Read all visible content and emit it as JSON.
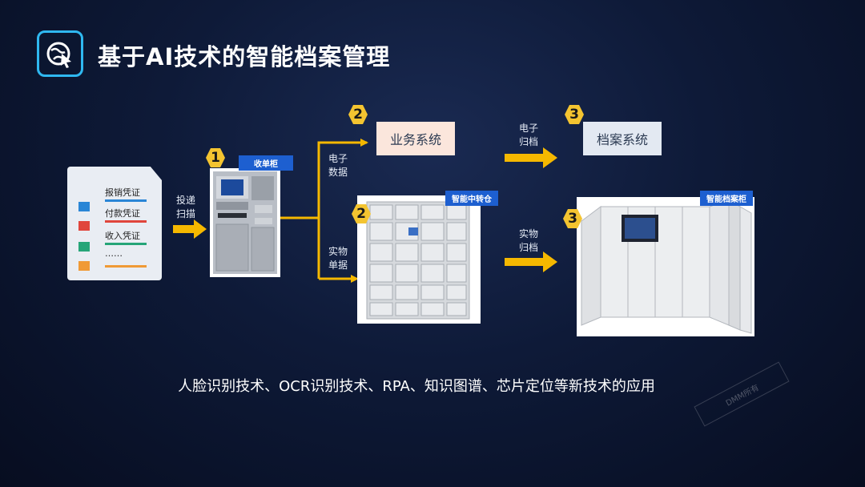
{
  "title": "基于AI技术的智能档案管理",
  "documents": {
    "items": [
      {
        "label": "报销凭证",
        "color": "#2a86d6"
      },
      {
        "label": "付款凭证",
        "color": "#e0463c"
      },
      {
        "label": "收入凭证",
        "color": "#26a578"
      },
      {
        "label": "……",
        "color": "#f09a36"
      }
    ]
  },
  "flow": {
    "deliver_scan_line1": "投递",
    "deliver_scan_line2": "扫描",
    "electronic_data_line1": "电子",
    "electronic_data_line2": "数据",
    "physical_docs_line1": "实物",
    "physical_docs_line2": "单据",
    "electronic_archive_line1": "电子",
    "electronic_archive_line2": "归档",
    "physical_archive_line1": "实物",
    "physical_archive_line2": "归档"
  },
  "steps": {
    "collect_cabinet": {
      "number": "1",
      "tag": "收单柜"
    },
    "business_system": {
      "number": "2",
      "label": "业务系统"
    },
    "transfer_warehouse": {
      "number": "2",
      "tag": "智能中转仓"
    },
    "archive_system": {
      "number": "3",
      "label": "档案系统"
    },
    "archive_cabinet": {
      "number": "3",
      "tag": "智能档案柜"
    }
  },
  "bottom_caption": "人脸识别技术、OCR识别技术、RPA、知识图谱、芯片定位等新技术的应用",
  "watermark": "DMM所有",
  "colors": {
    "accent_yellow": "#f5b800",
    "badge_yellow": "#f4c430",
    "tag_blue": "#1d5fd0",
    "logo_border": "#2fb8f0"
  }
}
